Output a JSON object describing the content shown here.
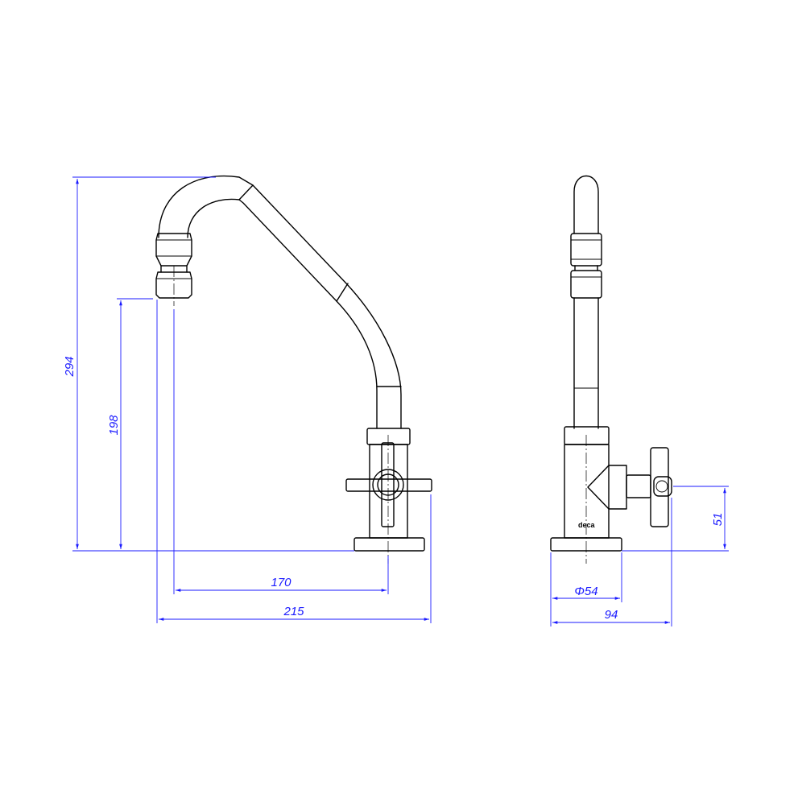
{
  "dimensions": {
    "total_height": "294",
    "spout_height": "198",
    "spout_reach": "170",
    "total_width": "215",
    "handle_height": "51",
    "base_diameter": "Φ54",
    "side_width": "94"
  },
  "brand_text": "deca",
  "colors": {
    "dimension": "#1a1aff",
    "outline": "#000000"
  }
}
